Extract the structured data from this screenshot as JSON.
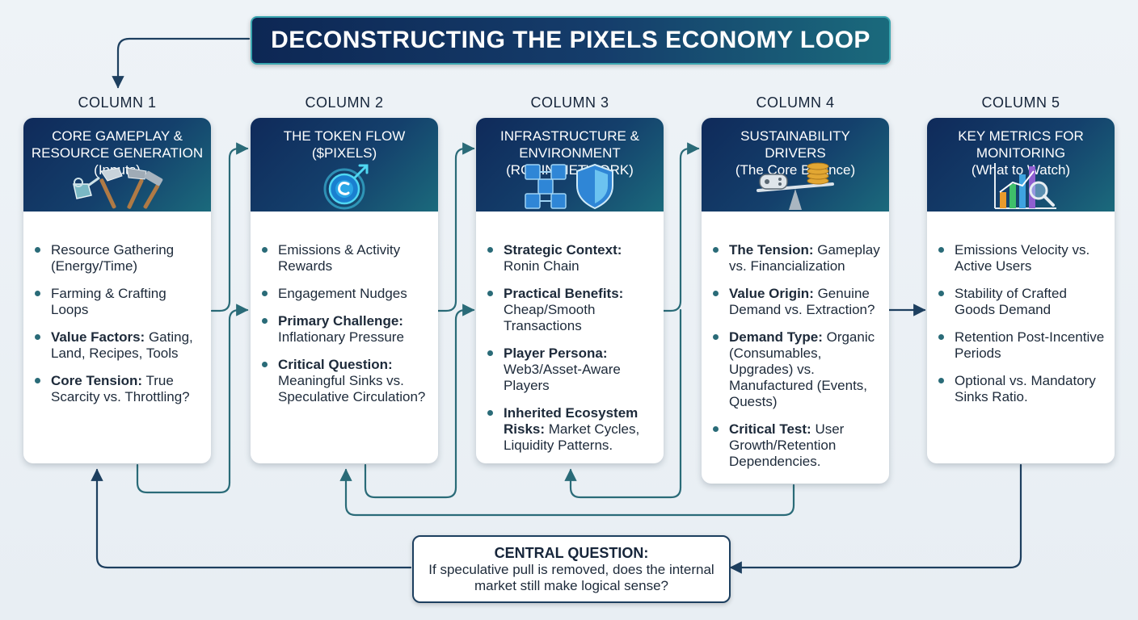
{
  "title": "DECONSTRUCTING THE PIXELS ECONOMY LOOP",
  "columns": [
    {
      "label": "COLUMN 1",
      "header": [
        "CORE GAMEPLAY &",
        "RESOURCE GENERATION",
        "(Inputs)"
      ],
      "icon": "tools-icon",
      "items": [
        {
          "bold": "",
          "text": "Resource Gathering (Energy/Time)"
        },
        {
          "bold": "",
          "text": "Farming & Crafting Loops"
        },
        {
          "bold": "Value Factors:",
          "text": " Gating, Land, Recipes, Tools"
        },
        {
          "bold": "Core Tension:",
          "text": " True Scarcity vs. Throttling?"
        }
      ]
    },
    {
      "label": "COLUMN 2",
      "header": [
        "THE TOKEN FLOW",
        "($PIXELS)"
      ],
      "icon": "token-coin-icon",
      "items": [
        {
          "bold": "",
          "text": "Emissions & Activity Rewards"
        },
        {
          "bold": "",
          "text": "Engagement Nudges"
        },
        {
          "bold": "Primary Challenge:",
          "text": " Inflationary Pressure"
        },
        {
          "bold": "Critical Question:",
          "text": " Meaningful Sinks vs. Speculative Circulation?"
        }
      ]
    },
    {
      "label": "COLUMN 3",
      "header": [
        "INFRASTRUCTURE &",
        "ENVIRONMENT",
        "(RONIN NETWORK)"
      ],
      "icon": "blockchain-shield-icon",
      "items": [
        {
          "bold": "Strategic Context:",
          "text": " Ronin Chain"
        },
        {
          "bold": "Practical Benefits:",
          "text": " Cheap/Smooth Transactions"
        },
        {
          "bold": "Player Persona:",
          "text": " Web3/Asset-Aware Players"
        },
        {
          "bold": "Inherited Ecosystem Risks:",
          "text": " Market Cycles, Liquidity Patterns."
        }
      ]
    },
    {
      "label": "COLUMN 4",
      "header": [
        "SUSTAINABILITY",
        "DRIVERS",
        "(The Core Balance)"
      ],
      "icon": "balance-scale-icon",
      "items": [
        {
          "bold": "The Tension:",
          "text": " Gameplay vs. Financialization"
        },
        {
          "bold": "Value Origin:",
          "text": " Genuine Demand vs. Extraction?"
        },
        {
          "bold": "Demand Type:",
          "text": " Organic (Consumables, Upgrades) vs. Manufactured (Events, Quests)"
        },
        {
          "bold": "Critical Test:",
          "text": " User Growth/Retention Dependencies."
        }
      ]
    },
    {
      "label": "COLUMN 5",
      "header": [
        "KEY METRICS FOR",
        "MONITORING",
        "(What to Watch)"
      ],
      "icon": "metrics-chart-icon",
      "items": [
        {
          "bold": "",
          "text": "Emissions Velocity vs. Active Users"
        },
        {
          "bold": "",
          "text": "Stability of Crafted Goods Demand"
        },
        {
          "bold": "",
          "text": "Retention Post-Incentive Periods"
        },
        {
          "bold": "",
          "text": "Optional vs. Mandatory Sinks Ratio."
        }
      ]
    }
  ],
  "central": {
    "title": "CENTRAL QUESTION:",
    "text": "If speculative pull is removed, does the internal market still make logical sense?"
  },
  "colors": {
    "header_dark": "#0f2a5a",
    "header_teal": "#1b6a7c",
    "connector": "#2a6b78",
    "arrow": "#1d3f5f"
  }
}
